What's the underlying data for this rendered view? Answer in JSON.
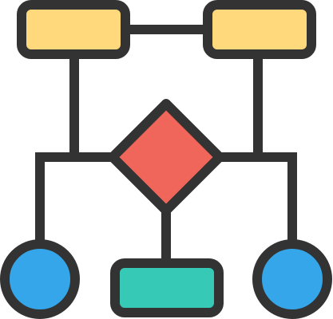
{
  "icon": {
    "name": "flowchart-icon",
    "colors": {
      "outline": "#333333",
      "process_box": "#FFD97C",
      "decision_diamond": "#F0665A",
      "terminal_circle": "#35A6EA",
      "output_box": "#35C9B6",
      "background": "#FFFFFF"
    },
    "nodes": [
      {
        "id": "top-left-box",
        "shape": "rounded-rectangle",
        "fill_key": "process_box"
      },
      {
        "id": "top-right-box",
        "shape": "rounded-rectangle",
        "fill_key": "process_box"
      },
      {
        "id": "center-diamond",
        "shape": "diamond",
        "fill_key": "decision_diamond"
      },
      {
        "id": "bottom-left-circle",
        "shape": "circle",
        "fill_key": "terminal_circle"
      },
      {
        "id": "bottom-center-box",
        "shape": "rounded-rectangle",
        "fill_key": "output_box"
      },
      {
        "id": "bottom-right-circle",
        "shape": "circle",
        "fill_key": "terminal_circle"
      }
    ]
  }
}
